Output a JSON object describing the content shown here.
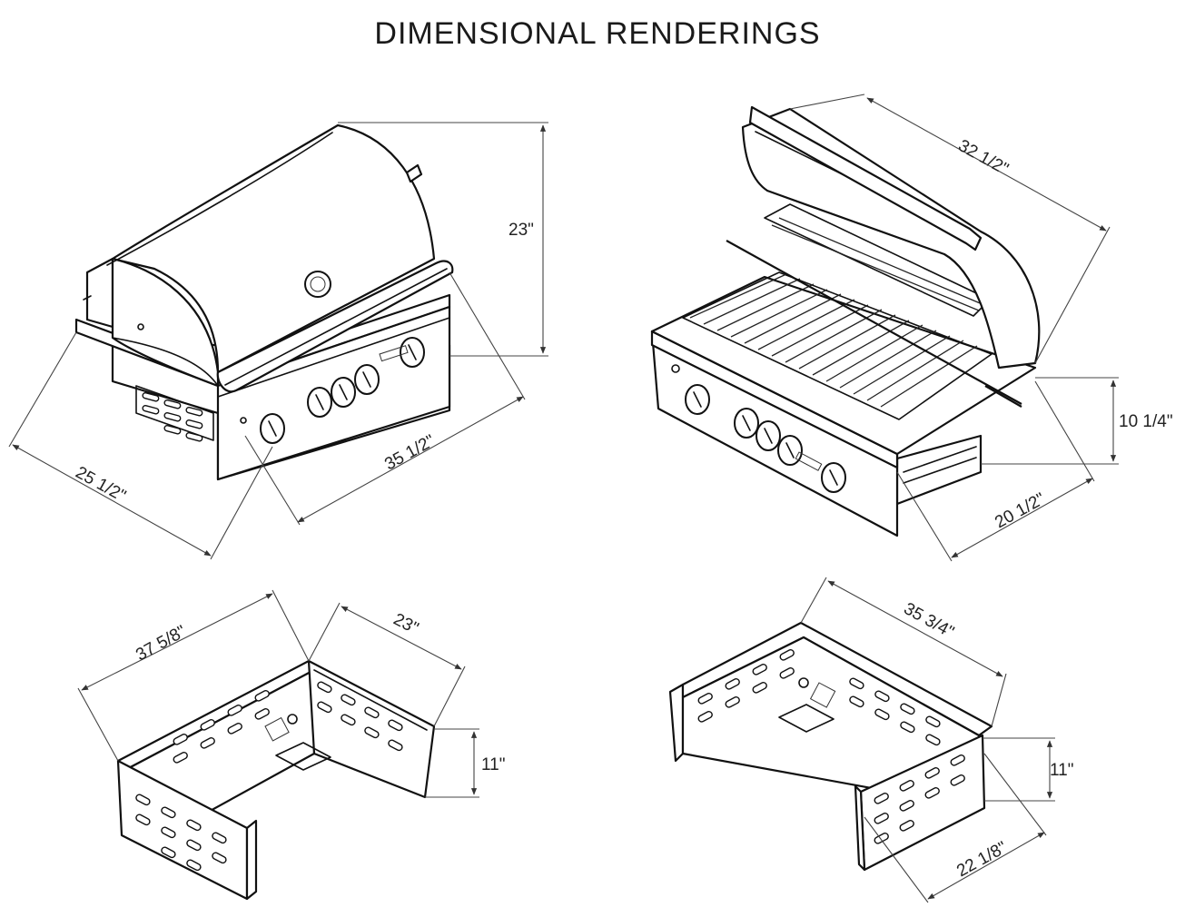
{
  "title": "DIMENSIONAL RENDERINGS",
  "views": [
    {
      "name": "Closed grill",
      "dimensions": {
        "height": "23\"",
        "width": "35 1/2\"",
        "depth": "25 1/2\""
      }
    },
    {
      "name": "Open grill",
      "dimensions": {
        "open_depth": "32 1/2\"",
        "front_height": "10 1/4\"",
        "depth": "20 1/2\""
      }
    },
    {
      "name": "Insulating jacket (left)",
      "dimensions": {
        "width": "37 5/8\"",
        "depth": "23\"",
        "height": "11\""
      }
    },
    {
      "name": "Insulating jacket (right)",
      "dimensions": {
        "width": "35 3/4\"",
        "height": "11\"",
        "depth": "22 1/8\""
      }
    }
  ]
}
